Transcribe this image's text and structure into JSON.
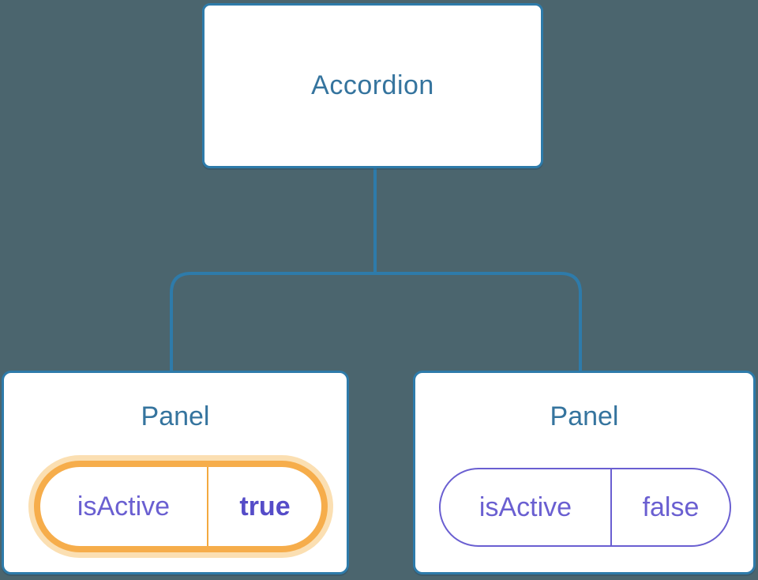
{
  "diagram": {
    "root_label": "Accordion",
    "panels": [
      {
        "title": "Panel",
        "prop_name": "isActive",
        "prop_value": "true",
        "active": true
      },
      {
        "title": "Panel",
        "prop_name": "isActive",
        "prop_value": "false",
        "active": false
      }
    ]
  },
  "colors": {
    "background": "#4B656E",
    "node_fill": "#FFFFFF",
    "node_border": "#2E7BAA",
    "connector": "#2E7BAA",
    "title_text": "#35749E",
    "state_text": "#6A5FD1",
    "state_value_active_text": "#554CC8",
    "active_ring": "#F6AD4B",
    "active_glow": "#FBDFB2",
    "sparkle": "#F5AC4E"
  },
  "icons": {
    "sparkle": "four-point-star"
  }
}
